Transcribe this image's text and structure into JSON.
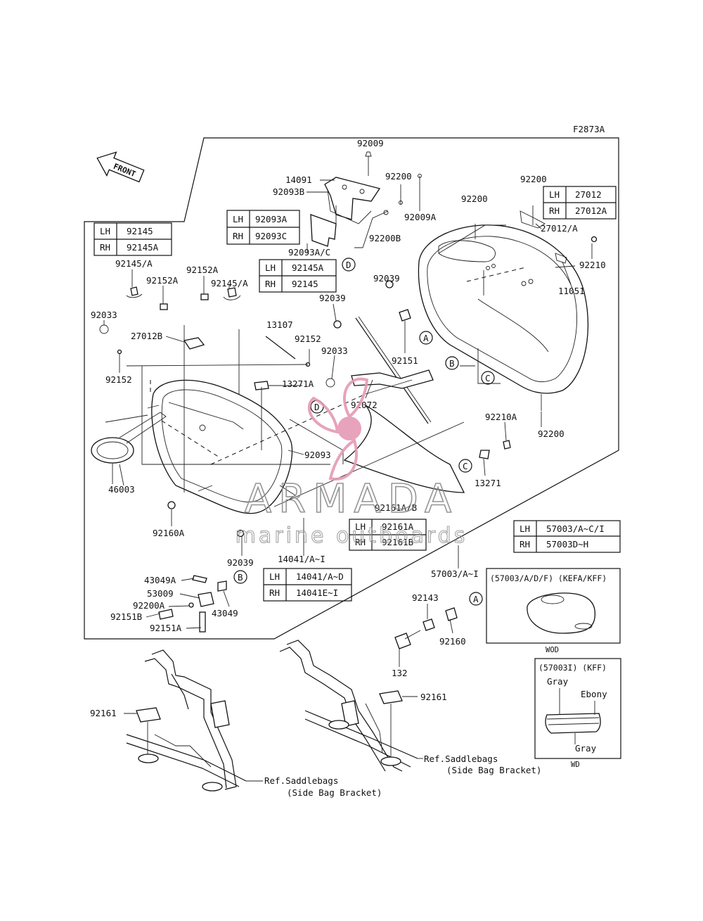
{
  "figure_code": "F2873A",
  "front_label": "FRONT",
  "callouts": {
    "c92009": "92009",
    "c14091": "14091",
    "c92093B": "92093B",
    "c92200a": "92200",
    "c92009A": "92009A",
    "c92200B": "92200B",
    "c92200b": "92200",
    "c92200c": "92200",
    "c27012A_slash": "27012/A",
    "c92210": "92210",
    "c11051": "11051",
    "c92093AC": "92093A/C",
    "c92145A_1": "92145/A",
    "c92152A_1": "92152A",
    "c92152A_2": "92152A",
    "c92145A_2": "92145/A",
    "c92033_1": "92033",
    "c27012B": "27012B",
    "c92152_1": "92152",
    "c13107": "13107",
    "c92152_2": "92152",
    "c92033_2": "92033",
    "c13271A": "13271A",
    "c92039_1": "92039",
    "c92039_2": "92039",
    "c92151": "92151",
    "c92072": "92072",
    "c92093": "92093",
    "c46003": "46003",
    "c92160A": "92160A",
    "c92161AB": "92161A/B",
    "c92039_3": "92039",
    "c14041": "14041/A~I",
    "c57003": "57003/A~I",
    "c92200d": "92200",
    "c92210A": "92210A",
    "c13271": "13271",
    "c43049A": "43049A",
    "c53009": "53009",
    "c92200A": "92200A",
    "c92151B": "92151B",
    "c92151A": "92151A",
    "c43049": "43049",
    "c92143": "92143",
    "c92160": "92160",
    "c132": "132",
    "c92161_1": "92161",
    "c92161_2": "92161",
    "ref_left_1": "Ref.Saddlebags",
    "ref_left_2": "(Side Bag Bracket)",
    "ref_right_1": "Ref.Saddlebags",
    "ref_right_2": "(Side Bag Bracket)"
  },
  "letter_markers": {
    "A1": "A",
    "B1": "B",
    "C1": "C",
    "D1": "D",
    "D2": "D",
    "C2": "C",
    "B2": "B",
    "A2": "A"
  },
  "tables": {
    "t92093": [
      [
        "LH",
        "92093A"
      ],
      [
        "RH",
        "92093C"
      ]
    ],
    "t27012": [
      [
        "LH",
        "27012"
      ],
      [
        "RH",
        "27012A"
      ]
    ],
    "t92145": [
      [
        "LH",
        "92145"
      ],
      [
        "RH",
        "92145A"
      ]
    ],
    "t92145A": [
      [
        "LH",
        "92145A"
      ],
      [
        "RH",
        "92145"
      ]
    ],
    "t92161": [
      [
        "LH",
        "92161A"
      ],
      [
        "RH",
        "92161B"
      ]
    ],
    "t57003": [
      [
        "LH",
        "57003/A~C/I"
      ],
      [
        "RH",
        "57003D~H"
      ]
    ],
    "t14041": [
      [
        "LH",
        "14041/A~D"
      ],
      [
        "RH",
        "14041E~I"
      ]
    ]
  },
  "inset_wod": {
    "caption": "(57003/A/D/F) (KEFA/KFF)",
    "footer": "WOD"
  },
  "inset_wd": {
    "caption": "(57003I) (KFF)",
    "label_gray_top": "Gray",
    "label_ebony": "Ebony",
    "label_gray_bottom": "Gray",
    "footer": "WD"
  },
  "watermark": {
    "brand": "ARMADA",
    "tagline": "marine outboards",
    "accent_color": "#e59ab4"
  }
}
